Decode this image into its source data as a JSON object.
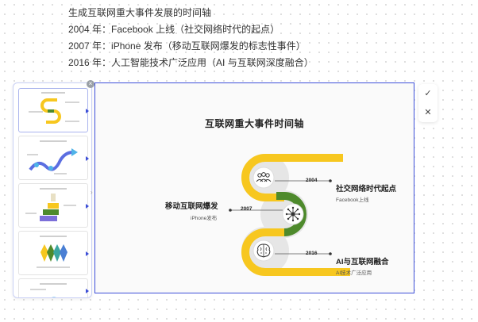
{
  "prompt": {
    "lines": [
      "生成互联网重大事件发展的时间轴",
      "2004 年：Facebook 上线（社交网络时代的起点）",
      "2007 年：iPhone 发布（移动互联网爆发的标志性事件）",
      "2016 年：人工智能技术广泛应用（AI 与互联网深度融合）"
    ]
  },
  "thumbnails": {
    "count": 5,
    "active_index": 0,
    "close_glyph": "×"
  },
  "slide": {
    "title": "互联网重大事件时间轴",
    "colors": {
      "yellow": "#f7c71f",
      "green": "#4e8a2c",
      "circle_bg": "#e6e6e6",
      "dark": "#333333"
    },
    "events": [
      {
        "year": "2004",
        "title": "社交网络时代起点",
        "subtitle": "Facebook上线",
        "icon": "people-icon"
      },
      {
        "year": "2007",
        "title": "移动互联网爆发",
        "subtitle": "iPhone发布",
        "icon": "network-icon"
      },
      {
        "year": "2016",
        "title": "AI与互联网融合",
        "subtitle": "AI技术广泛应用",
        "icon": "brain-icon"
      }
    ]
  },
  "tools": {
    "confirm_glyph": "✓",
    "close_glyph": "✕"
  },
  "expand_glyph": "›"
}
